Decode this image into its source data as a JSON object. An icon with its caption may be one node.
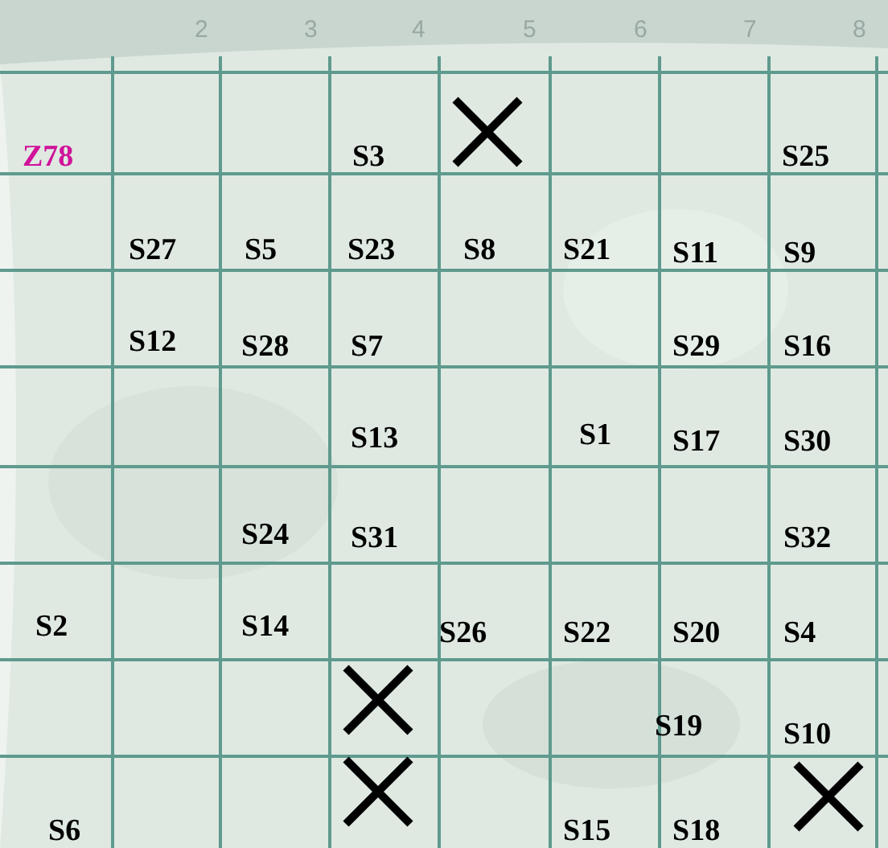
{
  "diagram": {
    "labels": [
      "2",
      "3",
      "4",
      "5",
      "6",
      "7",
      "8",
      "Z78",
      "S3",
      "S25",
      "S27",
      "S5",
      "S23",
      "S8",
      "S21",
      "S11",
      "S9",
      "S12",
      "S28",
      "S7",
      "S29",
      "S16",
      "S13",
      "S1",
      "S17",
      "S30",
      "S24",
      "S31",
      "S32",
      "S2",
      "S14",
      "S26",
      "S22",
      "S20",
      "S4",
      "S19",
      "S10",
      "S6",
      "S15",
      "S18"
    ]
  }
}
